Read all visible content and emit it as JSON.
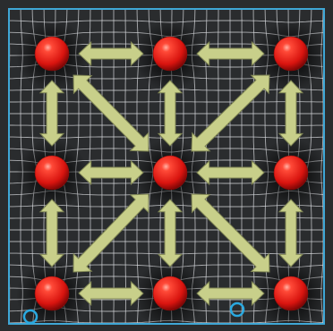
{
  "scene": {
    "description_label": "",
    "colors": {
      "background": "#2d2f31",
      "frame": "#3fa7d6",
      "grid_line": "#d9dbdf",
      "sphere_core": "#ff3b30",
      "sphere_edge": "#8e0d0a",
      "arrow_fill": "#c8cf8a",
      "arrow_stroke": "#7f8554",
      "marker": "#2aa9e0"
    },
    "lattice": {
      "rows": 3,
      "cols": 3,
      "sphere_names": [
        "sphere-r1-c1",
        "sphere-r1-c2",
        "sphere-r1-c3",
        "sphere-r2-c1",
        "sphere-r2-c2",
        "sphere-r2-c3",
        "sphere-r3-c1",
        "sphere-r3-c2",
        "sphere-r3-c3"
      ]
    },
    "arrows": {
      "horizontal": [
        "arrow-h-r1-a",
        "arrow-h-r1-b",
        "arrow-h-r2-a",
        "arrow-h-r2-b",
        "arrow-h-r3-a",
        "arrow-h-r3-b"
      ],
      "vertical": [
        "arrow-v-c1-a",
        "arrow-v-c1-b",
        "arrow-v-c2-a",
        "arrow-v-c2-b",
        "arrow-v-c3-a",
        "arrow-v-c3-b"
      ],
      "diagonal": [
        "arrow-d-tl",
        "arrow-d-tr",
        "arrow-d-bl",
        "arrow-d-br"
      ]
    },
    "markers": [
      "marker-bottom-left",
      "marker-bottom-right"
    ]
  }
}
